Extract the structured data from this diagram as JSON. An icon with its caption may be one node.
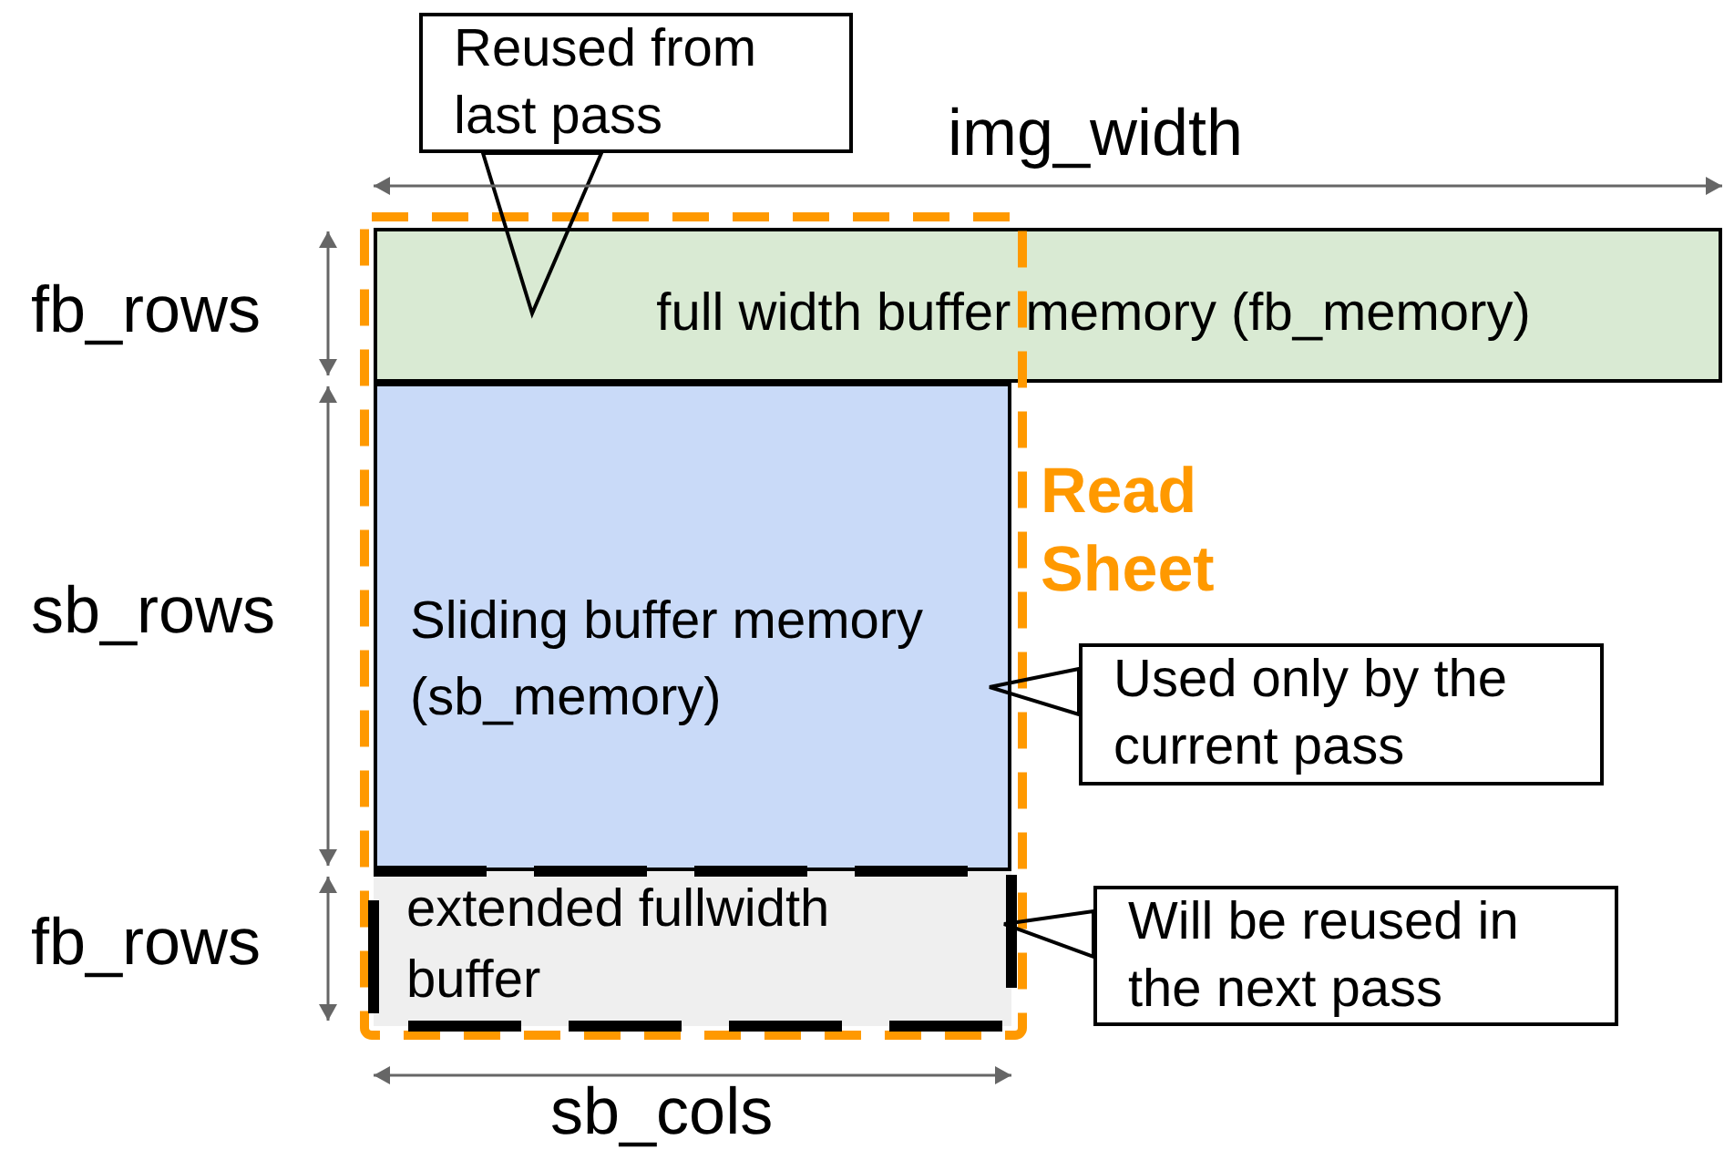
{
  "diagram": {
    "nodes": [
      {
        "text": [
          "full width buffer memory (fb_memory)"
        ]
      },
      {
        "text": [
          "Read Sheet"
        ]
      },
      {
        "text": [
          "Sliding buffer memory (sb_memory)"
        ],
        "in": 1
      },
      {
        "text": [
          "extended fullwidth buffer"
        ],
        "in": 1
      },
      {
        "text": [
          "Reused from last pass"
        ]
      },
      {
        "text": [
          "Used only by the current pass"
        ]
      },
      {
        "text": [
          "Will be reused in the next pass"
        ]
      }
    ],
    "edges": [
      {
        "from": 4,
        "to": 0,
        "arrow": "none"
      },
      {
        "from": 5,
        "to": 2,
        "arrow": "none"
      },
      {
        "from": 6,
        "to": 3,
        "arrow": "none"
      }
    ],
    "labels": [
      "img_width",
      "fb_rows",
      "sb_rows",
      "fb_rows",
      "sb_cols"
    ]
  }
}
